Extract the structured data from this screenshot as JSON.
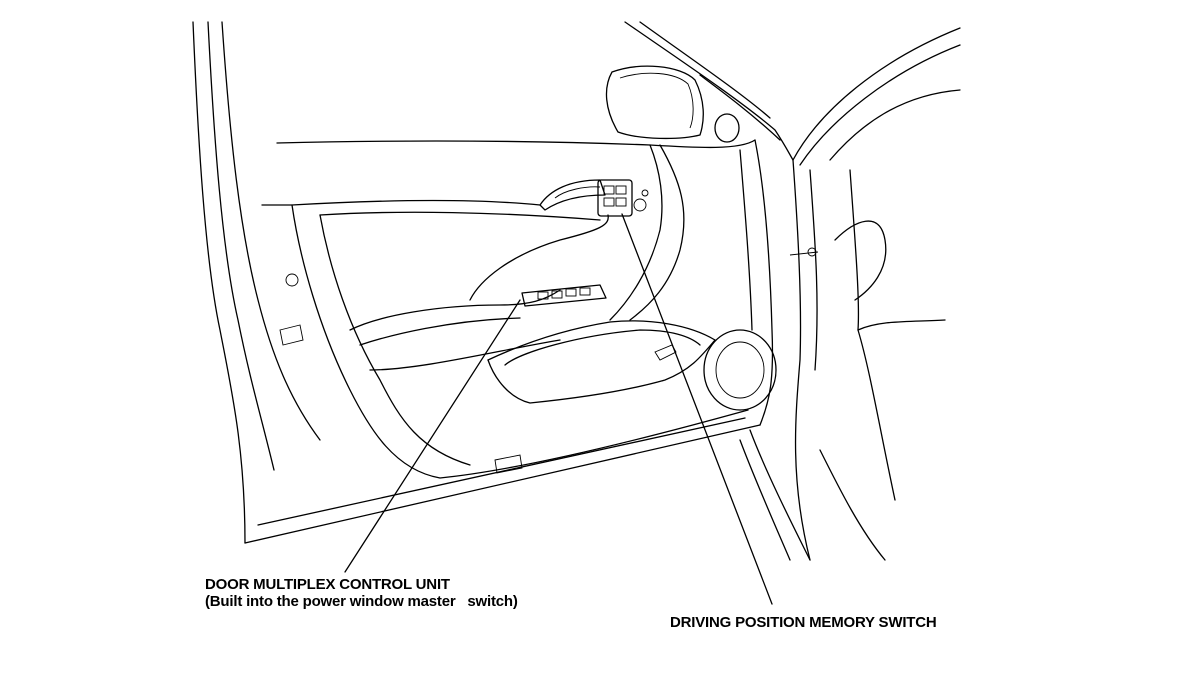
{
  "labels": {
    "door_multiplex_line1": "DOOR MULTIPLEX CONTROL UNIT",
    "door_multiplex_line2": "(Built into the power window master   switch)",
    "driving_position_memory": "DRIVING POSITION MEMORY SWITCH"
  }
}
